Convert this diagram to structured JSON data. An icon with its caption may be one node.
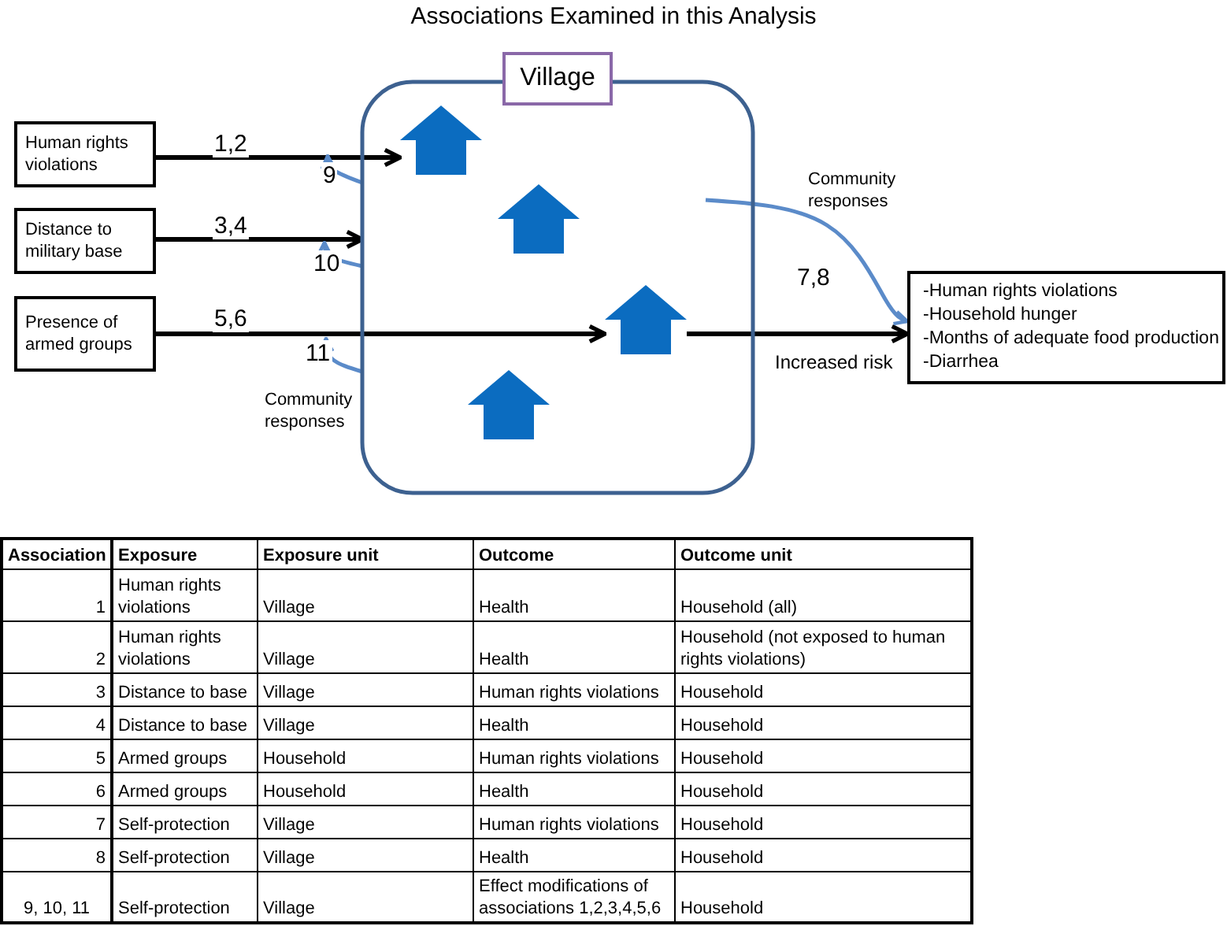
{
  "diagram": {
    "title": "Associations Examined in this Analysis",
    "nodes": [
      {
        "text": [
          "Village"
        ]
      },
      {
        "text": [
          "Human rights violations"
        ]
      },
      {
        "text": [
          "Distance to military base"
        ]
      },
      {
        "text": [
          "Presence of armed groups"
        ]
      },
      {
        "text": [],
        "shape": "house",
        "in": 0
      },
      {
        "text": [],
        "shape": "house",
        "in": 0
      },
      {
        "text": [],
        "shape": "house",
        "in": 0
      },
      {
        "text": [],
        "shape": "house",
        "in": 0
      },
      {
        "text": [
          "-Human rights violations",
          "-Household hunger",
          "-Months of adequate food production",
          "-Diarrhea"
        ]
      }
    ],
    "edges": [
      {
        "from": 1,
        "to": 4,
        "arrow": "to",
        "label": "1,2"
      },
      {
        "from": 2,
        "to": 0,
        "arrow": "to",
        "label": "3,4"
      },
      {
        "from": 3,
        "to": 6,
        "arrow": "to",
        "label": "5,6"
      },
      {
        "from": 6,
        "to": 8,
        "arrow": "to",
        "label": "Increased risk"
      },
      {
        "from": 0,
        "to": null,
        "arrow": "to",
        "label": "9",
        "color": "#5b8bc9"
      },
      {
        "from": 0,
        "to": null,
        "arrow": "to",
        "label": "10",
        "color": "#5b8bc9"
      },
      {
        "from": 0,
        "to": null,
        "arrow": "to",
        "label": "11",
        "color": "#5b8bc9"
      },
      {
        "from": 0,
        "to": 8,
        "arrow": "to",
        "label": "7,8",
        "color": "#5b8bc9"
      }
    ],
    "labels": [
      "Community responses",
      "Community responses",
      "Association",
      "Exposure",
      "Exposure unit",
      "Outcome",
      "Outcome unit",
      "1",
      "Human rights violations",
      "Village",
      "Health",
      "Household (all)",
      "2",
      "Human rights violations",
      "Village",
      "Health",
      "Household (not exposed to human rights violations)",
      "3",
      "Distance to base",
      "Village",
      "Human rights violations",
      "Household",
      "4",
      "Distance to base",
      "Village",
      "Health",
      "Household",
      "5",
      "Armed groups",
      "Household",
      "Human rights violations",
      "Household",
      "6",
      "Armed groups",
      "Household",
      "Health",
      "Household",
      "7",
      "Self-protection",
      "Village",
      "Human rights violations",
      "Household",
      "8",
      "Self-protection",
      "Village",
      "Health",
      "Household",
      "9, 10, 11",
      "Self-protection",
      "Village",
      "Effect modifications of associations 1,2,3,4,5,6",
      "Household"
    ]
  }
}
